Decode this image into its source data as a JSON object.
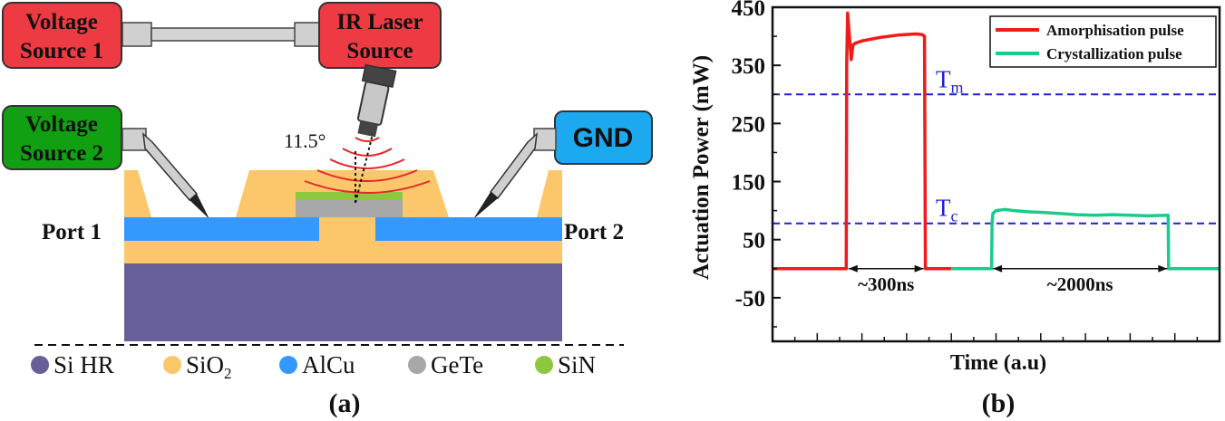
{
  "panel_a": {
    "label": "(a)",
    "boxes": {
      "voltage_source_1": [
        "Voltage",
        "Source 1"
      ],
      "ir_laser_source": [
        "IR Laser",
        "Source"
      ],
      "voltage_source_2": [
        "Voltage",
        "Source 2"
      ],
      "gnd": "GND"
    },
    "angle_label": "11.5°",
    "port1": "Port 1",
    "port2": "Port 2",
    "legend": [
      {
        "name": "Si HR",
        "base": "Si HR",
        "sub": "",
        "color": "#665f98"
      },
      {
        "name": "SiO2",
        "base": "SiO",
        "sub": "2",
        "color": "#fbc76a"
      },
      {
        "name": "AlCu",
        "base": "AlCu",
        "sub": "",
        "color": "#3399ff"
      },
      {
        "name": "GeTe",
        "base": "GeTe",
        "sub": "",
        "color": "#a8a8a8"
      },
      {
        "name": "SiN",
        "base": "SiN",
        "sub": "",
        "color": "#8dc63f"
      }
    ],
    "colors": {
      "red_box": "#ee3a43",
      "green_box": "#11a011",
      "blue_box": "#1ca9f0",
      "arc": "#e8262c"
    }
  },
  "panel_b": {
    "label": "(b)",
    "annotations": {
      "tm_base": "T",
      "tm_sub": "m",
      "tc_base": "T",
      "tc_sub": "c",
      "amorph_duration": "~300ns",
      "cryst_duration": "~2000ns"
    }
  },
  "chart_data": {
    "type": "line",
    "title": "",
    "xlabel": "Time (a.u)",
    "ylabel": "Actuation Power (mW)",
    "ylim": [
      -125,
      450
    ],
    "xlim": [
      0,
      100
    ],
    "yticks": [
      -50,
      50,
      150,
      250,
      350,
      450
    ],
    "x_tick_labels": "none",
    "grid": false,
    "legend_position": "top-right",
    "thresholds": [
      {
        "name": "Tm",
        "y": 300,
        "color": "#1f1fd6",
        "style": "dashed"
      },
      {
        "name": "Tc",
        "y": 78,
        "color": "#1f1fd6",
        "style": "dashed"
      }
    ],
    "series": [
      {
        "name": "Amorphisation pulse",
        "color": "#ef1c1c",
        "x": [
          0,
          16.5,
          16.6,
          16.8,
          17.2,
          17.6,
          18.0,
          18.5,
          20,
          24,
          28,
          32,
          33.5,
          34.0,
          34.2,
          34.3,
          40
        ],
        "y": [
          0,
          0,
          350,
          440,
          400,
          360,
          385,
          388,
          392,
          398,
          402,
          404,
          403,
          400,
          0,
          0,
          0
        ]
      },
      {
        "name": "Crystallization pulse",
        "color": "#19cc8c",
        "x": [
          40,
          49,
          49.1,
          49.3,
          50,
          52,
          54,
          57,
          60,
          64,
          68,
          72,
          76,
          80,
          84,
          88.5,
          88.6,
          88.8,
          100
        ],
        "y": [
          0,
          0,
          78,
          95,
          100,
          102,
          100,
          98,
          97,
          95,
          93,
          92,
          93,
          92,
          91,
          92,
          0,
          0,
          0
        ]
      }
    ]
  }
}
